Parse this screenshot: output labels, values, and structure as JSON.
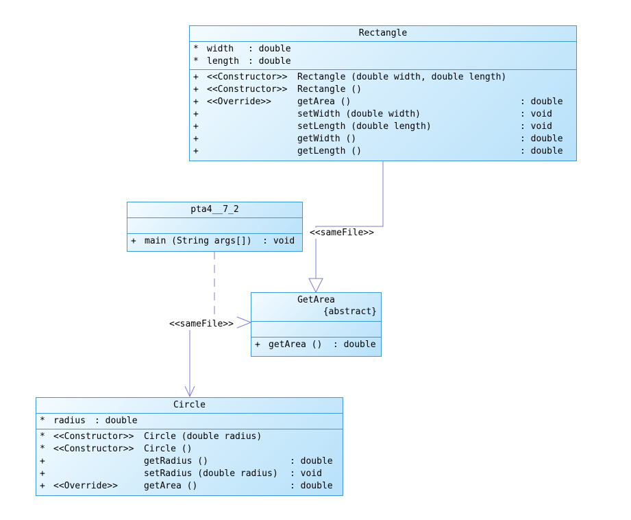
{
  "rectangle": {
    "name": "Rectangle",
    "attributes": [
      {
        "vis": "*",
        "name": "width",
        "type": ": double"
      },
      {
        "vis": "*",
        "name": "length",
        "type": ": double"
      }
    ],
    "methods": [
      {
        "vis": "+",
        "stereo": "<<Constructor>>",
        "sig": "Rectangle (double width, double length)",
        "type": ""
      },
      {
        "vis": "+",
        "stereo": "<<Constructor>>",
        "sig": "Rectangle ()",
        "type": ""
      },
      {
        "vis": "+",
        "stereo": "<<Override>>",
        "sig": "getArea ()",
        "type": ": double"
      },
      {
        "vis": "+",
        "stereo": "",
        "sig": "setWidth (double width)",
        "type": ": void"
      },
      {
        "vis": "+",
        "stereo": "",
        "sig": "setLength (double length)",
        "type": ": void"
      },
      {
        "vis": "+",
        "stereo": "",
        "sig": "getWidth ()",
        "type": ": double"
      },
      {
        "vis": "+",
        "stereo": "",
        "sig": "getLength ()",
        "type": ": double"
      }
    ]
  },
  "pta": {
    "name": "pta4__7_2",
    "methods": [
      {
        "vis": "+",
        "text": "main (String args[])  : void"
      }
    ]
  },
  "getarea": {
    "name": "GetArea",
    "modifier": "{abstract}",
    "methods": [
      {
        "vis": "+",
        "text": "getArea ()  : double"
      }
    ]
  },
  "circle": {
    "name": "Circle",
    "attributes": [
      {
        "vis": "*",
        "name": "radius",
        "type": ": double"
      }
    ],
    "methods": [
      {
        "vis": "*",
        "stereo": "<<Constructor>>",
        "sig": "Circle (double radius)",
        "type": ""
      },
      {
        "vis": "*",
        "stereo": "<<Constructor>>",
        "sig": "Circle ()",
        "type": ""
      },
      {
        "vis": "+",
        "stereo": "",
        "sig": "getRadius ()",
        "type": ": double"
      },
      {
        "vis": "+",
        "stereo": "",
        "sig": "setRadius (double radius)",
        "type": ": void"
      },
      {
        "vis": "+",
        "stereo": "<<Override>>",
        "sig": "getArea ()",
        "type": ": double"
      }
    ]
  },
  "labels": {
    "same_file_1": "<<sameFile>>",
    "same_file_2": "<<sameFile>>"
  },
  "colors": {
    "border": "#3b9ad6",
    "connector": "#7b7bd8"
  }
}
